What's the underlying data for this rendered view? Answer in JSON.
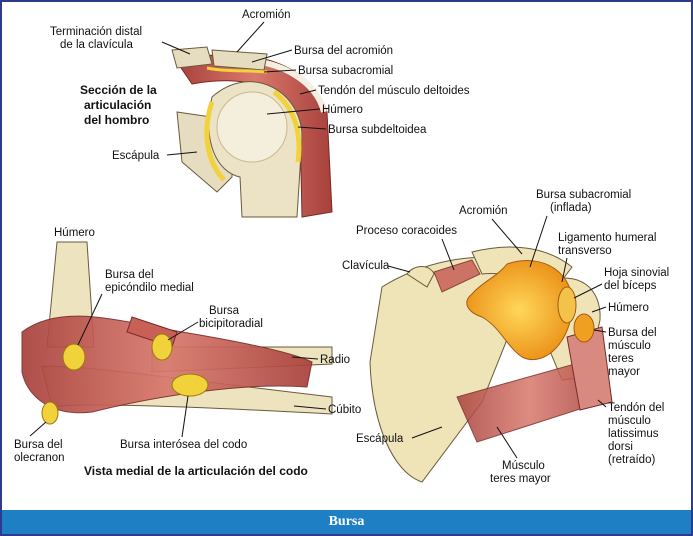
{
  "footer": {
    "title": "Bursa"
  },
  "shoulder_section": {
    "heading": [
      "Sección de la",
      "articulación",
      "del hombro"
    ],
    "labels": {
      "clavicle_end": [
        "Terminación distal",
        "de la clavícula"
      ],
      "acromion": "Acromión",
      "acromial_bursa": "Bursa del acromión",
      "subacromial_bursa": "Bursa subacromial",
      "deltoid_tendon": "Tendón del músculo deltoides",
      "humerus": "Húmero",
      "subdeltoid_bursa": "Bursa subdeltoidea",
      "scapula": "Escápula"
    }
  },
  "elbow_view": {
    "caption": "Vista medial de la articulación del codo",
    "labels": {
      "humerus": "Húmero",
      "medial_epicondyle_bursa": [
        "Bursa del",
        "epicóndilo medial"
      ],
      "bicipitoradial_bursa": [
        "Bursa",
        "bicipitoradial"
      ],
      "radius": "Radio",
      "ulna": "Cúbito",
      "olecranon_bursa": [
        "Bursa del",
        "olecranon"
      ],
      "interosseous_bursa": "Bursa interósea del codo"
    }
  },
  "scapula_view": {
    "labels": {
      "acromion": "Acromión",
      "subacromial_inflated": [
        "Bursa subacromial",
        "(inflada)"
      ],
      "coracoid": "Proceso coracoides",
      "transverse_ligament": [
        "Ligamento humeral",
        "transverso"
      ],
      "clavicle": "Clavícula",
      "biceps_sheath": [
        "Hoja sinovial",
        "del bíceps"
      ],
      "humerus": "Húmero",
      "teres_major_bursa": [
        "Bursa del",
        "músculo",
        "teres",
        "mayor"
      ],
      "latissimus_tendon": [
        "Tendón del",
        "músculo",
        "latissimus",
        "dorsi",
        "(retraído)"
      ],
      "scapula": "Escápula",
      "teres_major": [
        "Músculo",
        "teres mayor"
      ]
    }
  },
  "colors": {
    "border": "#2e3a8c",
    "footer": "#1f7fc4",
    "bone": "#efe4b8",
    "muscle": "#c86058",
    "bursa": "#f2d23a",
    "bursa_inflated": "#f0a020"
  }
}
